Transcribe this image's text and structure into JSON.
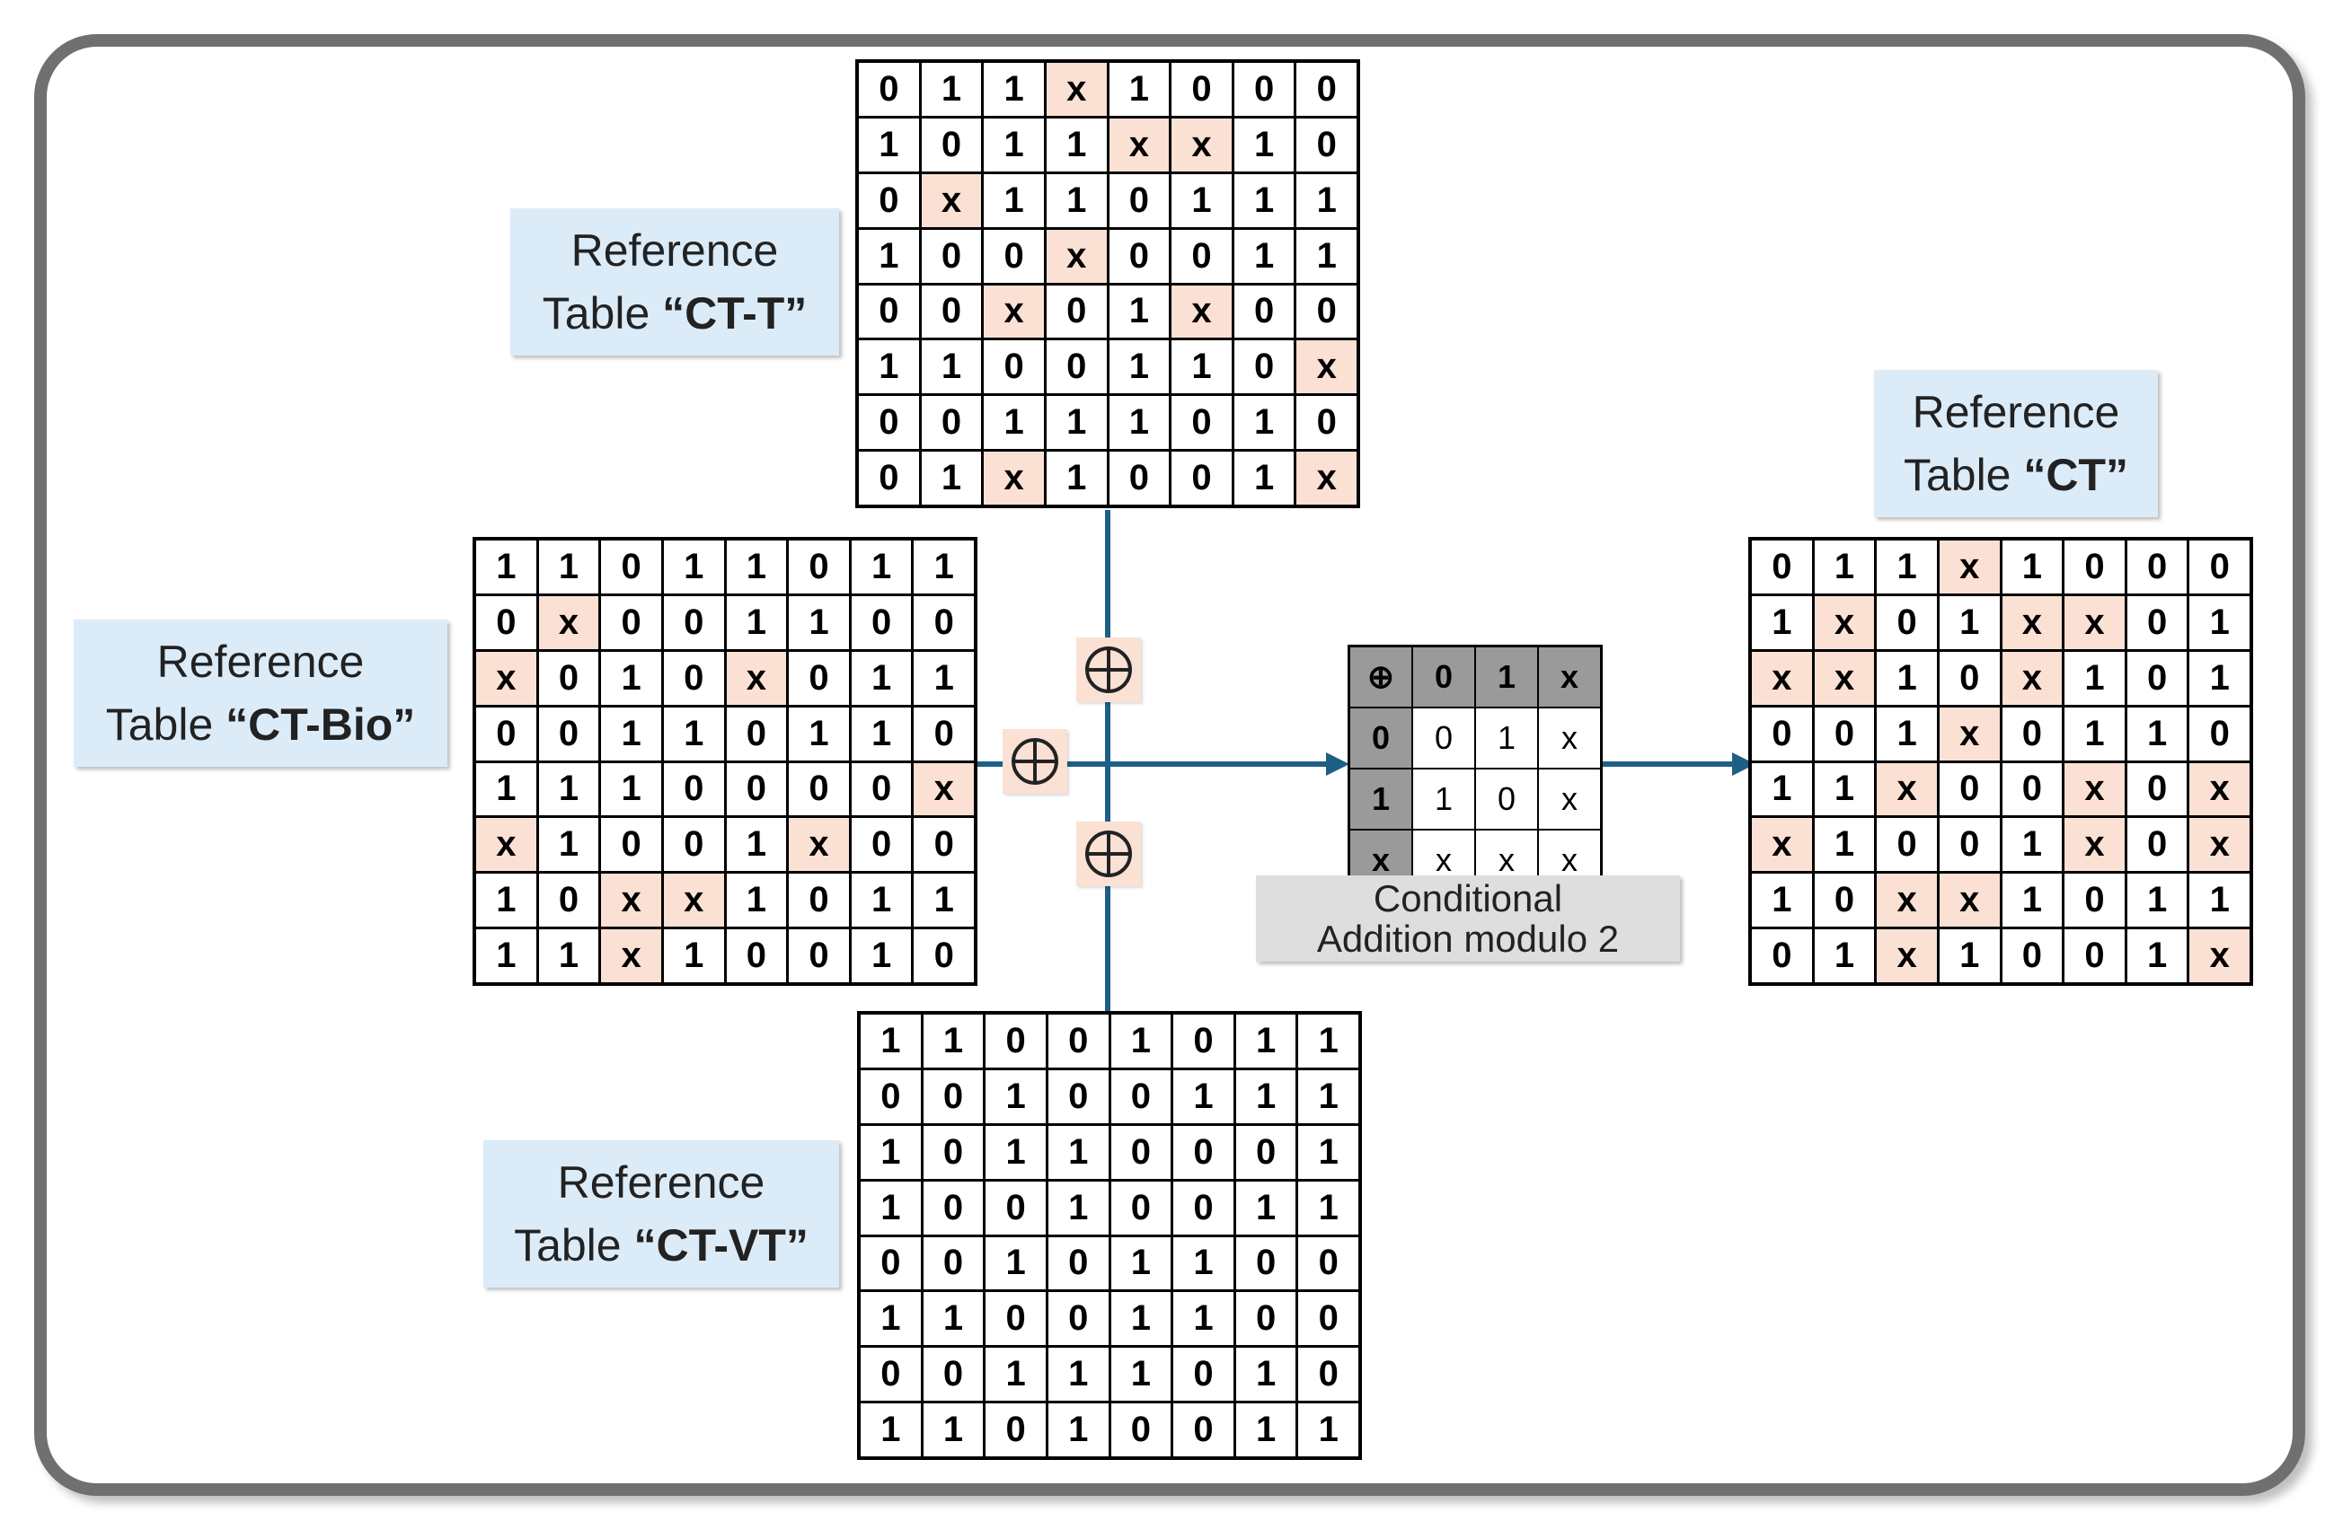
{
  "labels": {
    "ct_t": {
      "line1": "Reference",
      "line2_prefix": "Table ",
      "name": "“CT-T”"
    },
    "ct_bio": {
      "line1": "Reference",
      "line2_prefix": "Table ",
      "name": "“CT-Bio”"
    },
    "ct_vt": {
      "line1": "Reference",
      "line2_prefix": "Table ",
      "name": "“CT-VT”"
    },
    "ct": {
      "line1": "Reference",
      "line2_prefix": "Table ",
      "name": "“CT”"
    }
  },
  "operator_symbol": "⊕",
  "tables": {
    "ct_t": [
      [
        "0",
        "1",
        "1",
        "x",
        "1",
        "0",
        "0",
        "0"
      ],
      [
        "1",
        "0",
        "1",
        "1",
        "x",
        "x",
        "1",
        "0"
      ],
      [
        "0",
        "x",
        "1",
        "1",
        "0",
        "1",
        "1",
        "1"
      ],
      [
        "1",
        "0",
        "0",
        "x",
        "0",
        "0",
        "1",
        "1"
      ],
      [
        "0",
        "0",
        "x",
        "0",
        "1",
        "x",
        "0",
        "0"
      ],
      [
        "1",
        "1",
        "0",
        "0",
        "1",
        "1",
        "0",
        "x"
      ],
      [
        "0",
        "0",
        "1",
        "1",
        "1",
        "0",
        "1",
        "0"
      ],
      [
        "0",
        "1",
        "x",
        "1",
        "0",
        "0",
        "1",
        "x"
      ]
    ],
    "ct_bio": [
      [
        "1",
        "1",
        "0",
        "1",
        "1",
        "0",
        "1",
        "1"
      ],
      [
        "0",
        "x",
        "0",
        "0",
        "1",
        "1",
        "0",
        "0"
      ],
      [
        "x",
        "0",
        "1",
        "0",
        "x",
        "0",
        "1",
        "1"
      ],
      [
        "0",
        "0",
        "1",
        "1",
        "0",
        "1",
        "1",
        "0"
      ],
      [
        "1",
        "1",
        "1",
        "0",
        "0",
        "0",
        "0",
        "x"
      ],
      [
        "x",
        "1",
        "0",
        "0",
        "1",
        "x",
        "0",
        "0"
      ],
      [
        "1",
        "0",
        "x",
        "x",
        "1",
        "0",
        "1",
        "1"
      ],
      [
        "1",
        "1",
        "x",
        "1",
        "0",
        "0",
        "1",
        "0"
      ]
    ],
    "ct_vt": [
      [
        "1",
        "1",
        "0",
        "0",
        "1",
        "0",
        "1",
        "1"
      ],
      [
        "0",
        "0",
        "1",
        "0",
        "0",
        "1",
        "1",
        "1"
      ],
      [
        "1",
        "0",
        "1",
        "1",
        "0",
        "0",
        "0",
        "1"
      ],
      [
        "1",
        "0",
        "0",
        "1",
        "0",
        "0",
        "1",
        "1"
      ],
      [
        "0",
        "0",
        "1",
        "0",
        "1",
        "1",
        "0",
        "0"
      ],
      [
        "1",
        "1",
        "0",
        "0",
        "1",
        "1",
        "0",
        "0"
      ],
      [
        "0",
        "0",
        "1",
        "1",
        "1",
        "0",
        "1",
        "0"
      ],
      [
        "1",
        "1",
        "0",
        "1",
        "0",
        "0",
        "1",
        "1"
      ]
    ],
    "ct": [
      [
        "0",
        "1",
        "1",
        "x",
        "1",
        "0",
        "0",
        "0"
      ],
      [
        "1",
        "x",
        "0",
        "1",
        "x",
        "x",
        "0",
        "1"
      ],
      [
        "x",
        "x",
        "1",
        "0",
        "x",
        "1",
        "0",
        "1"
      ],
      [
        "0",
        "0",
        "1",
        "x",
        "0",
        "1",
        "1",
        "0"
      ],
      [
        "1",
        "1",
        "x",
        "0",
        "0",
        "x",
        "0",
        "x"
      ],
      [
        "x",
        "1",
        "0",
        "0",
        "1",
        "x",
        "0",
        "x"
      ],
      [
        "1",
        "0",
        "x",
        "x",
        "1",
        "0",
        "1",
        "1"
      ],
      [
        "0",
        "1",
        "x",
        "1",
        "0",
        "0",
        "1",
        "x"
      ]
    ]
  },
  "op_table": {
    "corner": "⊕",
    "col_headers": [
      "0",
      "1",
      "x"
    ],
    "rows": [
      {
        "header": "0",
        "cells": [
          "0",
          "1",
          "x"
        ]
      },
      {
        "header": "1",
        "cells": [
          "1",
          "0",
          "x"
        ]
      },
      {
        "header": "x",
        "cells": [
          "x",
          "x",
          "x"
        ]
      }
    ]
  },
  "op_caption": {
    "line1": "Conditional",
    "line2": "Addition modulo 2"
  },
  "colors": {
    "arrow": "#1f5f86",
    "highlight": "#fbe0d4",
    "label_bg": "#dcebf8",
    "op_header": "#9a9a9a"
  }
}
